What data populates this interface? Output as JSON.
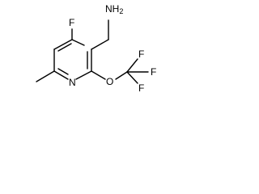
{
  "structure": {
    "atoms": {
      "nh2": {
        "main": "NH",
        "sub": "2"
      },
      "f_ring": "F",
      "n_ring": "N",
      "o": "O",
      "f_top": "F",
      "f_right": "F",
      "f_bottom": "F"
    },
    "colors": {
      "bond": "#000000",
      "label": "#000000",
      "background": "#ffffff"
    }
  }
}
